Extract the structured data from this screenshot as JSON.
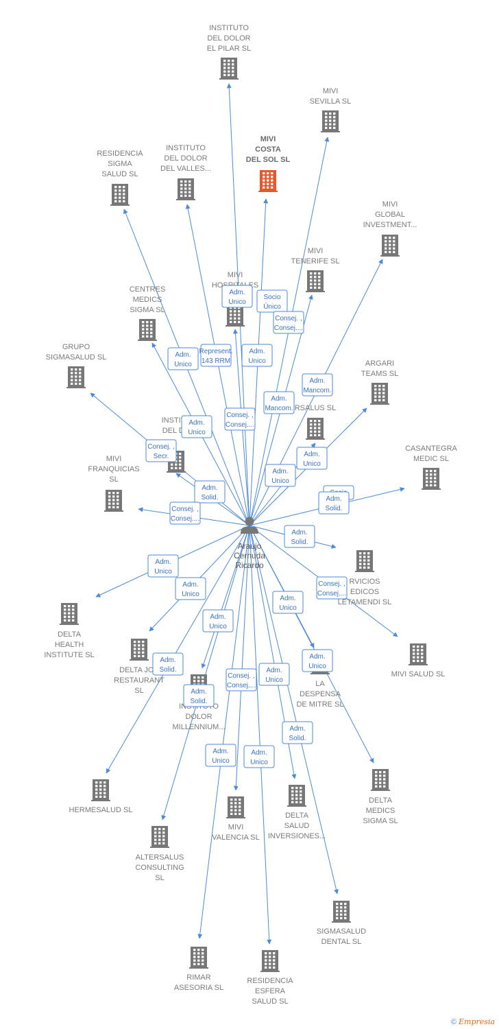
{
  "colors": {
    "edge": "#4a8ad8",
    "building": "#777777",
    "highlight": "#e8562a"
  },
  "center": {
    "name_lines": [
      "Araujo",
      "Cernuda",
      "Ricardo"
    ],
    "icon": "person-icon"
  },
  "companies": [
    {
      "id": "instituto-pilar",
      "lines": [
        "INSTITUTO",
        "DEL DOLOR",
        "EL PILAR  SL"
      ],
      "highlight": false
    },
    {
      "id": "mivi-sevilla",
      "lines": [
        "MIVI",
        "SEVILLA  SL"
      ],
      "highlight": false
    },
    {
      "id": "mivi-costa",
      "lines": [
        "MIVI",
        "COSTA",
        "DEL SOL  SL"
      ],
      "highlight": true
    },
    {
      "id": "instituto-valles",
      "lines": [
        "INSTITUTO",
        "DEL DOLOR",
        "DEL VALLES..."
      ],
      "highlight": false
    },
    {
      "id": "residencia-sigma",
      "lines": [
        "RESIDENCIA",
        "SIGMA",
        "SALUD SL"
      ],
      "highlight": false
    },
    {
      "id": "mivi-global",
      "lines": [
        "MIVI",
        "GLOBAL",
        "INVESTMENT..."
      ],
      "highlight": false
    },
    {
      "id": "mivi-tenerife",
      "lines": [
        "MIVI",
        "TENERIFE  SL"
      ],
      "highlight": false
    },
    {
      "id": "mivi-hospitales",
      "lines": [
        "MIVI",
        "HOSPITALES"
      ],
      "highlight": false
    },
    {
      "id": "centres-medics",
      "lines": [
        "CENTRES",
        "MEDICS",
        "SIGMA  SL"
      ],
      "highlight": false
    },
    {
      "id": "grupo-sigmasalud",
      "lines": [
        "GRUPO",
        "SIGMASALUD SL"
      ],
      "highlight": false
    },
    {
      "id": "argari-teams",
      "lines": [
        "ARGARI",
        "TEAMS  SL"
      ],
      "highlight": false
    },
    {
      "id": "rsalus",
      "lines": [
        "RSALUS SL"
      ],
      "highlight": false
    },
    {
      "id": "instituto-do",
      "lines": [
        "INSTITU",
        "DEL DO"
      ],
      "highlight": false
    },
    {
      "id": "casantegra",
      "lines": [
        "CASANTEGRA",
        "MEDIC SL"
      ],
      "highlight": false
    },
    {
      "id": "mivi-franquicias",
      "lines": [
        "MIVI",
        "FRANQUICIAS",
        "SL"
      ],
      "highlight": false
    },
    {
      "id": "servicios-letamendi",
      "lines": [
        "RVICIOS",
        "EDICOS",
        "LETAMENDI SL"
      ],
      "highlight": false
    },
    {
      "id": "delta-health",
      "lines": [
        "DELTA",
        "HEALTH",
        "INSTITUTE  SL"
      ],
      "highlight": false
    },
    {
      "id": "delta-joe",
      "lines": [
        "DELTA JOE",
        "RESTAURANT",
        "SL"
      ],
      "highlight": false
    },
    {
      "id": "mivi-salud",
      "lines": [
        "MIVI SALUD  SL"
      ],
      "highlight": false
    },
    {
      "id": "instituto-millennium",
      "lines": [
        "INSTITUTO",
        "DOLOR",
        "MILLENNIUM..."
      ],
      "highlight": false
    },
    {
      "id": "la-despensa",
      "lines": [
        "LA",
        "DESPENSA",
        "DE MITRE  SL"
      ],
      "highlight": false
    },
    {
      "id": "hermesalud",
      "lines": [
        "HERMESALUD SL"
      ],
      "highlight": false
    },
    {
      "id": "mivi-valencia",
      "lines": [
        "MIVI",
        "VALENCIA  SL"
      ],
      "highlight": false
    },
    {
      "id": "delta-salud",
      "lines": [
        "DELTA",
        "SALUD",
        "INVERSIONES..."
      ],
      "highlight": false
    },
    {
      "id": "delta-medics",
      "lines": [
        "DELTA",
        "MEDICS",
        "SIGMA  SL"
      ],
      "highlight": false
    },
    {
      "id": "altersalus",
      "lines": [
        "ALTERSALUS",
        "CONSULTING",
        "SL"
      ],
      "highlight": false
    },
    {
      "id": "sigmasalud-dental",
      "lines": [
        "SIGMASALUD",
        "DENTAL SL"
      ],
      "highlight": false
    },
    {
      "id": "rimar",
      "lines": [
        "RIMAR",
        "ASESORIA  SL"
      ],
      "highlight": false
    },
    {
      "id": "residencia-esfera",
      "lines": [
        "RESIDENCIA",
        "ESFERA",
        "SALUD SL"
      ],
      "highlight": false
    }
  ],
  "relations": [
    {
      "lines": [
        "Adm.",
        "Unico"
      ]
    },
    {
      "lines": [
        "Socio",
        "Único"
      ]
    },
    {
      "lines": [
        "Consej. ,",
        "Consej...."
      ]
    },
    {
      "lines": [
        "Adm.",
        "Unico"
      ]
    },
    {
      "lines": [
        "Represent.",
        "143 RRM"
      ]
    },
    {
      "lines": [
        "Adm.",
        "Unico"
      ]
    },
    {
      "lines": [
        "Adm.",
        "Mancom."
      ]
    },
    {
      "lines": [
        "Adm.",
        "Mancom."
      ]
    },
    {
      "lines": [
        "Consej. ,",
        "Consej...."
      ]
    },
    {
      "lines": [
        "Adm.",
        "Unico"
      ]
    },
    {
      "lines": [
        "Consej. ,",
        "Secr."
      ]
    },
    {
      "lines": [
        "Adm.",
        "Unico"
      ]
    },
    {
      "lines": [
        "Adm.",
        "Unico"
      ]
    },
    {
      "lines": [
        "Adm.",
        "Solid."
      ]
    },
    {
      "lines": [
        "Socio"
      ]
    },
    {
      "lines": [
        "Adm.",
        "Solid."
      ]
    },
    {
      "lines": [
        "Consej. ,",
        "Consej...."
      ]
    },
    {
      "lines": [
        "Adm.",
        "Solid."
      ]
    },
    {
      "lines": [
        "Adm.",
        "Unico"
      ]
    },
    {
      "lines": [
        "Adm.",
        "Unico"
      ]
    },
    {
      "lines": [
        "Consej. ,",
        "Consej...."
      ]
    },
    {
      "lines": [
        "Adm.",
        "Unico"
      ]
    },
    {
      "lines": [
        "Adm.",
        "Unico"
      ]
    },
    {
      "lines": [
        "Adm.",
        "Unico"
      ]
    },
    {
      "lines": [
        "Adm.",
        "Solid."
      ]
    },
    {
      "lines": [
        "Consej. ,",
        "Consej...."
      ]
    },
    {
      "lines": [
        "Adm.",
        "Unico"
      ]
    },
    {
      "lines": [
        "Adm.",
        "Solid."
      ]
    },
    {
      "lines": [
        "Adm.",
        "Solid."
      ]
    },
    {
      "lines": [
        "Adm.",
        "Unico"
      ]
    },
    {
      "lines": [
        "Adm.",
        "Unico"
      ]
    }
  ],
  "footer": {
    "copyright": "©",
    "brand": "Empresia"
  }
}
